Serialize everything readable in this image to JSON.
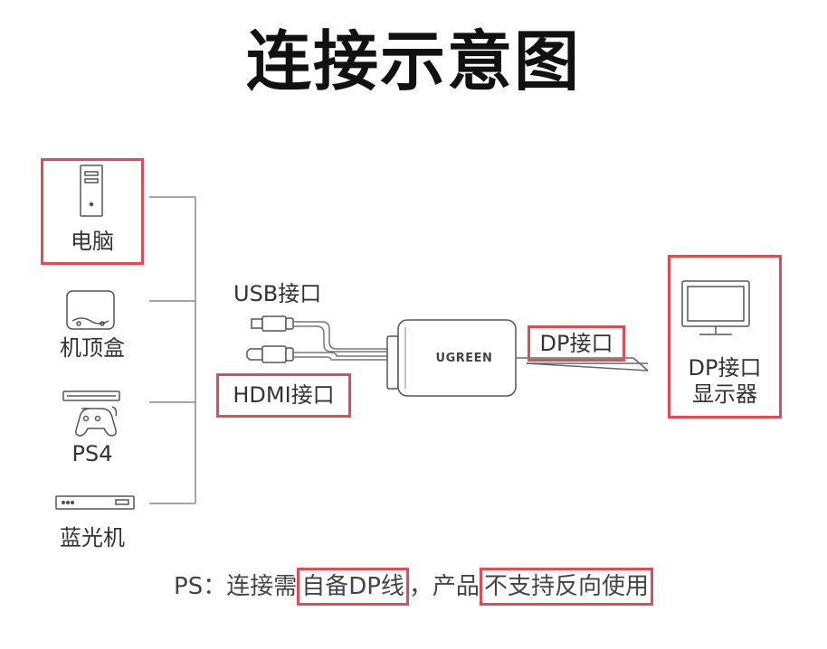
{
  "title": "连接示意图",
  "devices": {
    "computer": "电脑",
    "settop": "机顶盒",
    "ps4": "PS4",
    "bluray": "蓝光机"
  },
  "ports": {
    "usb": "USB接口",
    "hdmi": "HDMI接口",
    "dp": "DP接口"
  },
  "adapter": {
    "brand": "UGREEN"
  },
  "monitor": {
    "line1": "DP接口",
    "line2": "显示器"
  },
  "footer": {
    "prefix": "PS：连接需",
    "highlight1": "自备DP线",
    "middle": "，产品",
    "highlight2": "不支持反向使用"
  },
  "colors": {
    "highlight": "#e04b55",
    "line": "#888888",
    "text": "#333333"
  }
}
